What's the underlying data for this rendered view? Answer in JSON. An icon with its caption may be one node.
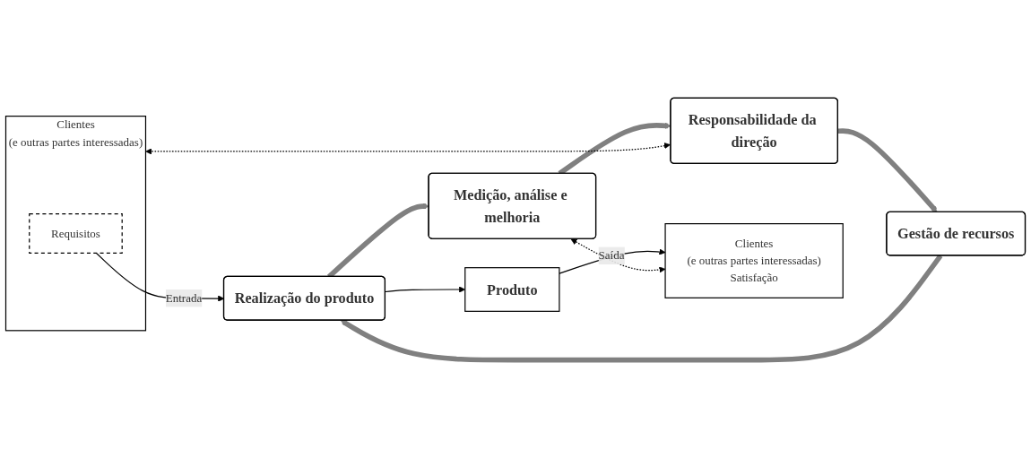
{
  "diagram": {
    "nodes": [
      {
        "text": [
          "Clientes",
          "(e outras partes interessadas)"
        ]
      },
      {
        "text": [
          "Requisitos"
        ],
        "in": 0
      },
      {
        "text": [
          "Responsabilidade da direção"
        ]
      },
      {
        "text": [
          "Gestão de recursos"
        ]
      },
      {
        "text": [
          "Medição, análise e melhoria"
        ]
      },
      {
        "text": [
          "Realização do produto"
        ]
      },
      {
        "text": [
          "Produto"
        ]
      },
      {
        "text": [
          "Clientes",
          "(e outras partes interessadas)",
          "Satisfação"
        ]
      }
    ],
    "edges": [
      {
        "from": 2,
        "to": 0,
        "arrow": "both",
        "style": "dashed"
      },
      {
        "from": 2,
        "to": 3,
        "arrow": "to",
        "style": "thick",
        "color": "#808080"
      },
      {
        "from": 3,
        "to": 5,
        "arrow": "to",
        "style": "thick",
        "color": "#808080"
      },
      {
        "from": 5,
        "to": 4,
        "arrow": "to",
        "style": "thick",
        "color": "#808080"
      },
      {
        "from": 4,
        "to": 2,
        "arrow": "to",
        "style": "thick",
        "color": "#808080"
      },
      {
        "from": 1,
        "to": 5,
        "arrow": "to",
        "label": "Entrada"
      },
      {
        "from": 5,
        "to": 6,
        "arrow": "to"
      },
      {
        "from": 6,
        "to": 7,
        "arrow": "to",
        "label": "Saída"
      },
      {
        "from": 4,
        "to": 7,
        "arrow": "both",
        "style": "dashed"
      }
    ]
  }
}
